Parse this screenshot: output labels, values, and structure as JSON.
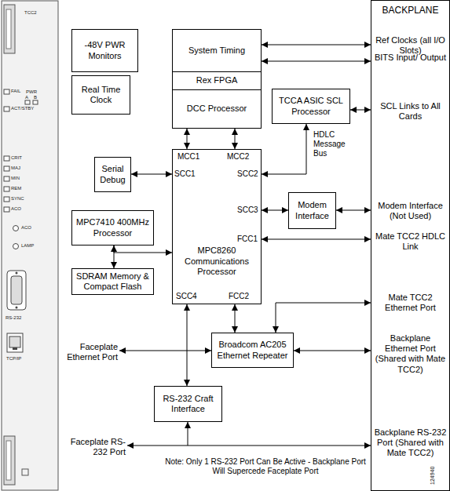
{
  "diagram": {
    "nodes": [
      {
        "text": [
          "-48V PWR Monitors"
        ]
      },
      {
        "text": [
          "System Timing"
        ]
      },
      {
        "text": [
          "Rex FPGA"
        ]
      },
      {
        "text": [
          "DCC Processor"
        ]
      },
      {
        "text": [
          "BACKPLANE",
          "Ref Clocks (all I/O Slots)",
          "BITS Input/ Output",
          "SCL Links to All Cards",
          "Modem Interface (Not Used)",
          "Mate TCC2 HDLC Link",
          "Mate TCC2 Ethernet Port",
          "Backplane Ethernet Port (Shared with Mate TCC2)",
          "Backplane RS-232 Port (Shared with Mate TCC2)"
        ]
      },
      {
        "text": [
          "Real Time Clock"
        ]
      },
      {
        "text": [
          "TCCA ASIC SCL Processor"
        ]
      },
      {
        "text": [
          "Serial Debug"
        ]
      },
      {
        "text": [
          "MPC8260 Communications Processor"
        ]
      },
      {
        "text": [
          "Modem Interface"
        ]
      },
      {
        "text": [
          "MPC7410 400MHz Processor"
        ]
      },
      {
        "text": [
          "SDRAM Memory & Compact Flash"
        ]
      },
      {
        "text": [
          "Broadcom AC205 Ethernet Repeater"
        ]
      },
      {
        "text": [
          "RS-232 Craft Interface"
        ]
      }
    ],
    "edges": [
      {
        "from": 1,
        "to": 4,
        "arrow": "both"
      },
      {
        "from": 1,
        "to": 4,
        "arrow": "both"
      },
      {
        "from": 3,
        "to": 8,
        "arrow": "both"
      },
      {
        "from": 3,
        "to": 8,
        "arrow": "both"
      },
      {
        "from": 6,
        "to": 4,
        "arrow": "both"
      },
      {
        "from": 6,
        "to": 8,
        "label": "HDLC Message Bus",
        "arrow": "both"
      },
      {
        "from": 7,
        "to": 8,
        "arrow": "both"
      },
      {
        "from": 8,
        "to": 9,
        "arrow": "both"
      },
      {
        "from": 9,
        "to": 4,
        "arrow": "both"
      },
      {
        "from": 8,
        "to": 4,
        "arrow": "both"
      },
      {
        "from": 10,
        "to": 11,
        "arrow": "both"
      },
      {
        "from": 10,
        "to": 8,
        "arrow": "to"
      },
      {
        "from": 8,
        "to": 13,
        "arrow": "both"
      },
      {
        "from": 8,
        "to": 12,
        "arrow": "both"
      },
      {
        "from": 12,
        "to": 4,
        "arrow": "both"
      },
      {
        "from": 12,
        "to": 4,
        "arrow": "both"
      },
      {
        "from": 13,
        "to": 4,
        "arrow": "both"
      }
    ],
    "labels": [
      "TCC2",
      "FAIL",
      "PWR",
      "A",
      "B",
      "ACT/STBY",
      "CRIT",
      "MAJ",
      "MIN",
      "REM",
      "SYNC",
      "ACO",
      "ACO",
      "LAMP",
      "RS-232",
      "TCP/IP",
      "MCC1",
      "MCC2",
      "SCC1",
      "SCC2",
      "SCC3",
      "FCC1",
      "SCC4",
      "FCC2",
      "Faceplate Ethernet Port",
      "Faceplate RS-232 Port",
      "Note: Only 1 RS-232 Port Can Be Active - Backplane Port Will Supercede Faceplate Port",
      "124940"
    ]
  }
}
